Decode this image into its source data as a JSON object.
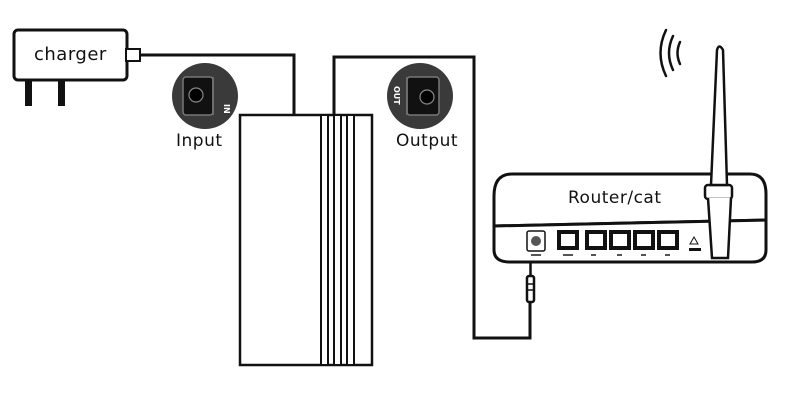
{
  "labels": {
    "charger": "charger",
    "input": "Input",
    "output": "Output",
    "router": "Router/cat"
  },
  "port_tags": {
    "input_jack": "IN",
    "output_jack": "OUT"
  },
  "icons": [
    "power-adapter-icon",
    "dc-jack-input-icon",
    "dc-jack-output-icon",
    "router-icon",
    "antenna-icon",
    "wifi-signal-icon",
    "dc-plug-icon"
  ],
  "colors": {
    "line": "#111111",
    "background": "#ffffff",
    "jack_fill": "#3a3a3a"
  }
}
